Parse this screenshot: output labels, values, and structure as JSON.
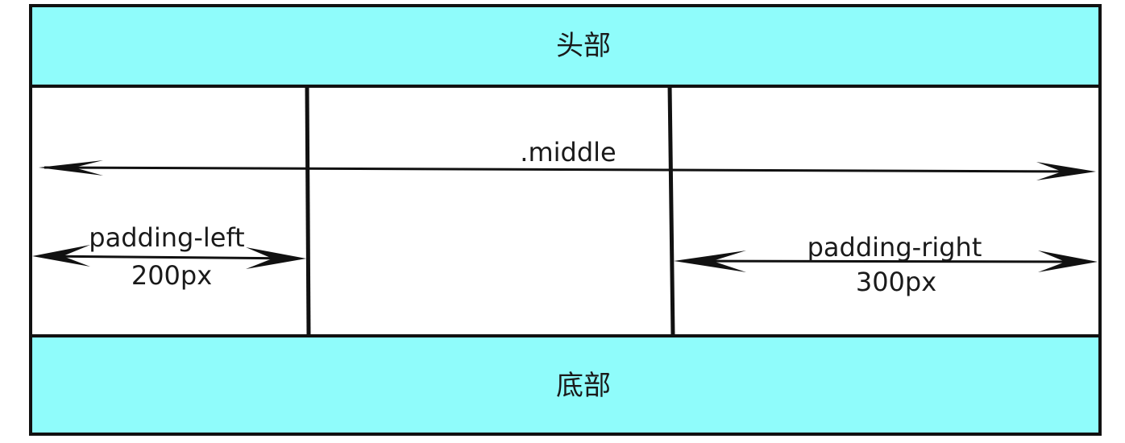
{
  "header": {
    "label": "头部"
  },
  "footer": {
    "label": "底部"
  },
  "middle": {
    "label": ".middle"
  },
  "padding_left": {
    "label": "padding-left",
    "value": "200px"
  },
  "padding_right": {
    "label": "padding-right",
    "value": "300px"
  },
  "colors": {
    "band_fill": "#8ffcfb",
    "stroke": "#111111",
    "background": "#ffffff"
  }
}
